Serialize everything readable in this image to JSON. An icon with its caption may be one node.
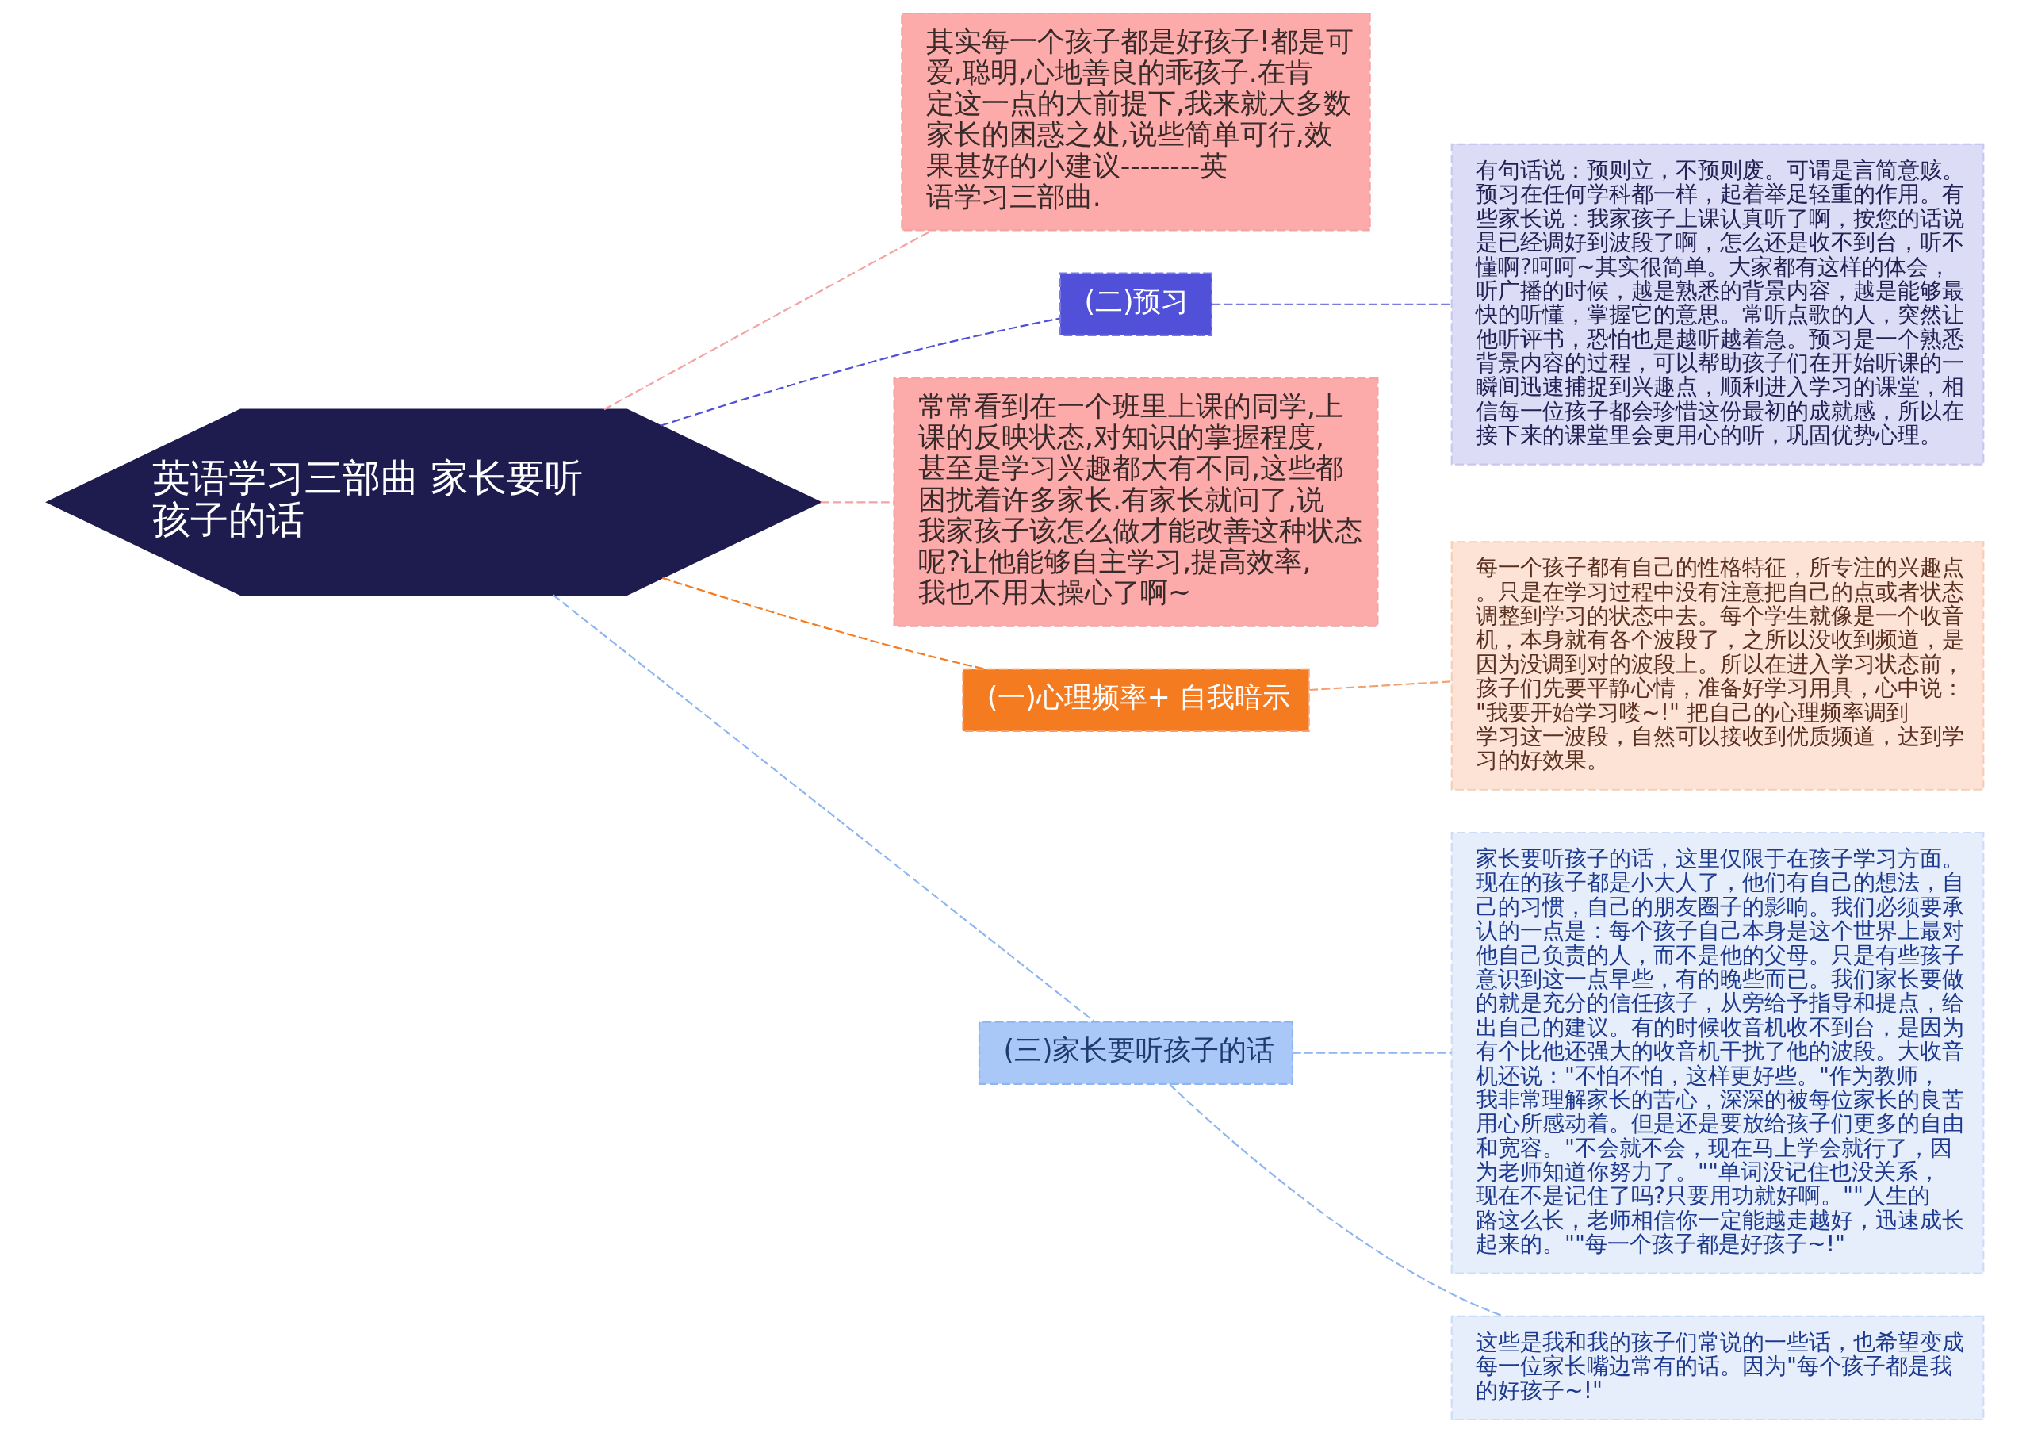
{
  "diagram": {
    "nodes": [
      {
        "text": [
          "英语学习三部曲 家长要听孩子的话"
        ]
      },
      {
        "text": [
          "其实每一个孩子都是好孩子!都是可爱,聪明,心地善良的乖孩子.在肯定这一点的大前提下,我来就大多数家长的困惑之处,说些简单可行,效果甚好的小建议--------英语学习三部曲."
        ]
      },
      {
        "text": [
          "(二)预习"
        ]
      },
      {
        "text": [
          "有句话说：预则立，不预则废。可谓是言简意赅。预习在任何学科都一样，起着举足轻重的作用。有些家长说：我家孩子上课认真听了啊，按您的话说是已经调好到波段了啊，怎么还是收不到台，听不懂啊?呵呵~其实很简单。大家都有这样的体会，听广播的时候，越是熟悉的背景内容，越是能够最快的听懂，掌握它的意思。常听点歌的人，突然让他听评书，恐怕也是越听越着急。预习是一个熟悉背景内容的过程，可以帮助孩子们在开始听课的一瞬间迅速捕捉到兴趣点，顺利进入学习的课堂，相信每一位孩子都会珍惜这份最初的成就感，所以在接下来的课堂里会更用心的听，巩固优势心理。"
        ]
      },
      {
        "text": [
          "常常看到在一个班里上课的同学,上课的反映状态,对知识的掌握程度,甚至是学习兴趣都大有不同,这些都困扰着许多家长.有家长就问了,说我家孩子该怎么做才能改善这种状态呢?让他能够自主学习,提高效率,我也不用太操心了啊~"
        ]
      },
      {
        "text": [
          "(一)心理频率+ 自我暗示"
        ]
      },
      {
        "text": [
          "每一个孩子都有自己的性格特征，所专注的兴趣点。只是在学习过程中没有注意把自己的点或者状态调整到学习的状态中去。每个学生就像是一个收音机，本身就有各个波段了，之所以没收到频道，是因为没调到对的波段上。所以在进入学习状态前，孩子们先要平静心情，准备好学习用具，心中说：\"我要开始学习喽~!\" 把自己的心理频率调到学习这一波段，自然可以接收到优质频道，达到学习的好效果。"
        ]
      },
      {
        "text": [
          "(三)家长要听孩子的话"
        ]
      },
      {
        "text": [
          "家长要听孩子的话，这里仅限于在孩子学习方面。现在的孩子都是小大人了，他们有自己的想法，自己的习惯，自己的朋友圈子的影响。我们必须要承认的一点是：每个孩子自己本身是这个世界上最对他自己负责的人，而不是他的父母。只是有些孩子意识到这一点早些，有的晚些而已。我们家长要做的就是充分的信任孩子，从旁给予指导和提点，给出自己的建议。有的时候收音机收不到台，是因为有个比他还强大的收音机干扰了他的波段。大收音机还说：\"不怕不怕，这样更好些。\"作为教师，我非常理解家长的苦心，深深的被每位家长的良苦用心所感动着。但是还是要放给孩子们更多的自由和宽容。\"不会就不会，现在马上学会就行了，因为老师知道你努力了。\"\"单词没记住也没关系，现在不是记住了吗?只要用功就好啊。\"\"人生的路这么长，老师相信你一定能越走越好，迅速成长起来的。\"\"每一个孩子都是好孩子~!\""
        ]
      },
      {
        "text": [
          "这些是我和我的孩子们常说的一些话，也希望变成每一位家长嘴边常有的话。因为\"每个孩子都是我的好孩子~!\""
        ]
      }
    ],
    "edges": [
      {
        "from": 0,
        "to": 1,
        "arrow": "none",
        "style": "dashed",
        "color": "#f4a3a3"
      },
      {
        "from": 0,
        "to": 2,
        "arrow": "none",
        "style": "dashed",
        "color": "#4f4fd9"
      },
      {
        "from": 2,
        "to": 3,
        "arrow": "none",
        "style": "dashed",
        "color": "#7c7ce0"
      },
      {
        "from": 0,
        "to": 4,
        "arrow": "none",
        "style": "dashed",
        "color": "#f4a3a3"
      },
      {
        "from": 0,
        "to": 5,
        "arrow": "none",
        "style": "dashed",
        "color": "#f47b20"
      },
      {
        "from": 5,
        "to": 6,
        "arrow": "none",
        "style": "dashed",
        "color": "#f4a070"
      },
      {
        "from": 0,
        "to": 7,
        "arrow": "none",
        "style": "dashed",
        "color": "#8fb5ee"
      },
      {
        "from": 7,
        "to": 8,
        "arrow": "none",
        "style": "dashed",
        "color": "#8fb5ee"
      },
      {
        "from": 7,
        "to": 9,
        "arrow": "none",
        "style": "dashed",
        "color": "#8fb5ee"
      }
    ]
  }
}
